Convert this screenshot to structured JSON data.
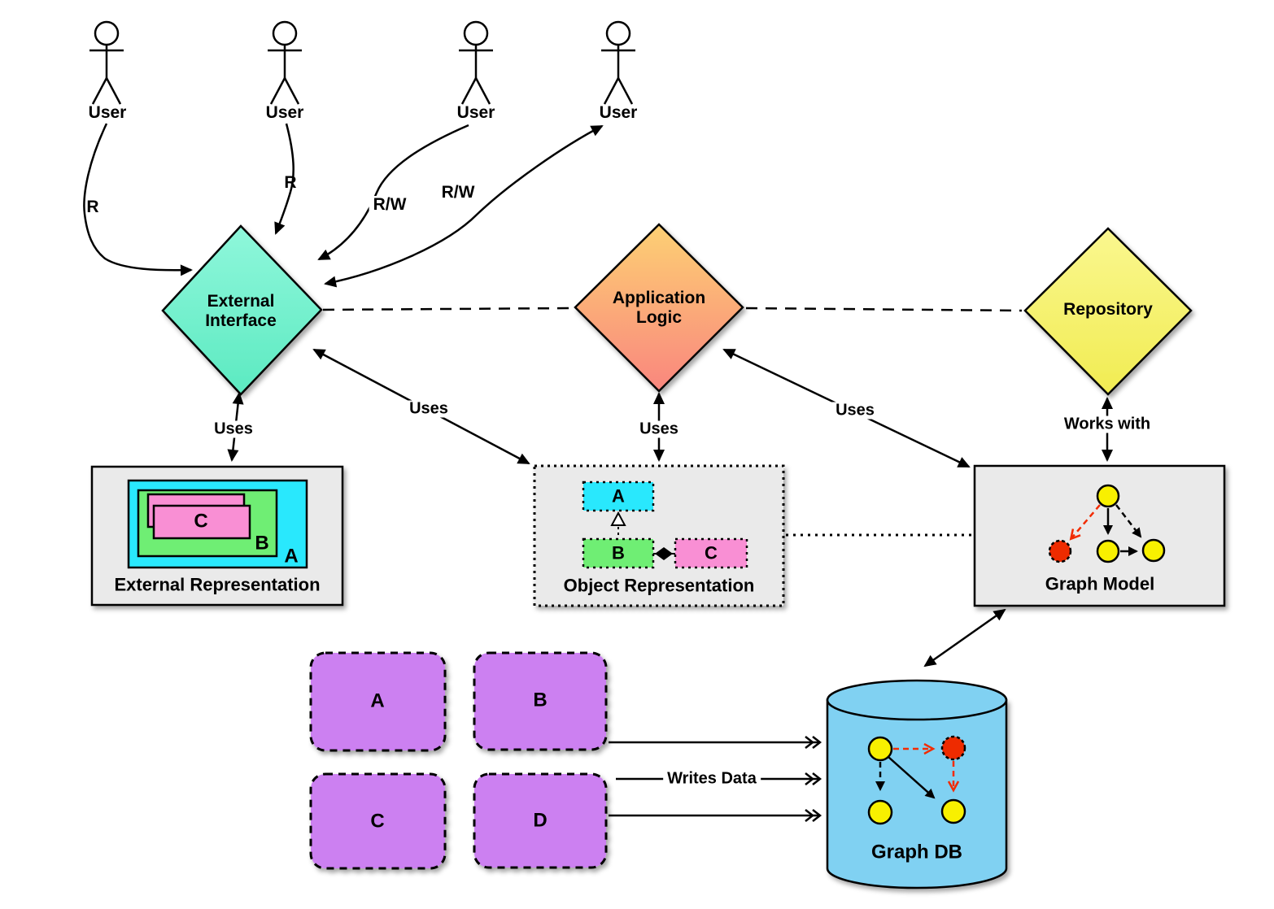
{
  "actors": [
    {
      "label": "User"
    },
    {
      "label": "User"
    },
    {
      "label": "User"
    },
    {
      "label": "User"
    }
  ],
  "diamonds": {
    "external_interface": {
      "line1": "External",
      "line2": "Interface",
      "color_top": "#8FF7DB",
      "color_bottom": "#5CEAC1"
    },
    "application_logic": {
      "line1": "Application",
      "line2": "Logic",
      "color_top": "#FDD073",
      "color_bottom": "#F9867E"
    },
    "repository": {
      "label": "Repository",
      "color_top": "#FAF78F",
      "color_bottom": "#F1EC52"
    }
  },
  "edge_labels": {
    "r1": "R",
    "r2": "R",
    "rw1": "R/W",
    "rw2": "R/W",
    "uses_ei_er": "Uses",
    "uses_ei_or": "Uses",
    "uses_al_or": "Uses",
    "uses_al_gm": "Uses",
    "works_with": "Works with",
    "writes_data": "Writes Data"
  },
  "external_representation": {
    "title": "External Representation",
    "layer_a": "A",
    "layer_b": "B",
    "layer_c": "C"
  },
  "object_representation": {
    "title": "Object Representation",
    "class_a": "A",
    "class_b": "B",
    "class_c": "C"
  },
  "graph_model": {
    "title": "Graph Model"
  },
  "graph_db": {
    "title": "Graph DB"
  },
  "data_blocks": [
    {
      "label": "A"
    },
    {
      "label": "B"
    },
    {
      "label": "C"
    },
    {
      "label": "D"
    }
  ],
  "colors": {
    "cyan": "#29E8FD",
    "green": "#6FEE74",
    "pink": "#F98FD4",
    "purple": "#CC80F1",
    "db_blue": "#80D1F2",
    "node_yellow": "#F8F000",
    "node_red": "#EE2B00",
    "gray_box": "#EAEAEA",
    "red_edge": "#F22B00"
  }
}
